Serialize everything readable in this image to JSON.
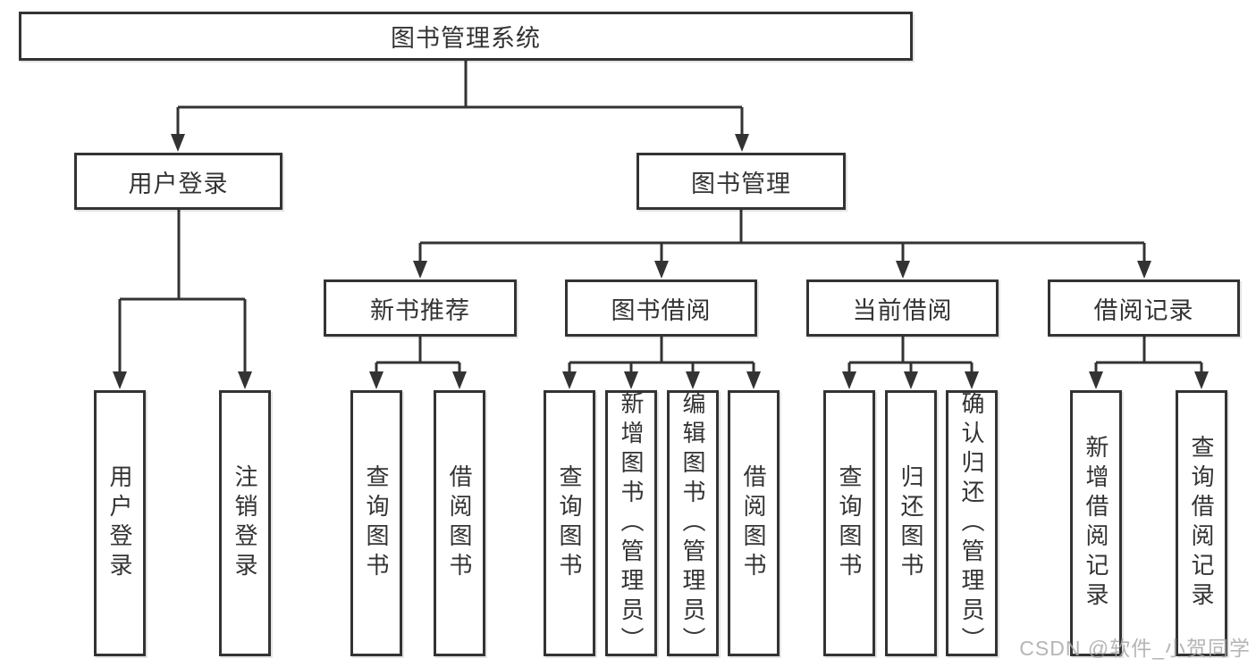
{
  "diagram": {
    "tree": {
      "label": "图书管理系统",
      "children": [
        {
          "label": "用户登录",
          "children": [
            {
              "label": "用户登录"
            },
            {
              "label": "注销登录"
            }
          ]
        },
        {
          "label": "图书管理",
          "children": [
            {
              "label": "新书推荐",
              "children": [
                {
                  "label": "查询图书"
                },
                {
                  "label": "借阅图书"
                }
              ]
            },
            {
              "label": "图书借阅",
              "children": [
                {
                  "label": "查询图书"
                },
                {
                  "label": "新增图书（管理员）"
                },
                {
                  "label": "编辑图书（管理员）"
                },
                {
                  "label": "借阅图书"
                }
              ]
            },
            {
              "label": "当前借阅",
              "children": [
                {
                  "label": "查询图书"
                },
                {
                  "label": "归还图书"
                },
                {
                  "label": "确认归还（管理员）"
                }
              ]
            },
            {
              "label": "借阅记录",
              "children": [
                {
                  "label": "新增借阅记录"
                },
                {
                  "label": "查询借阅记录"
                }
              ]
            }
          ]
        }
      ]
    },
    "colors": {
      "line": "#333333",
      "text": "#333333",
      "box_background": "#ffffff",
      "watermark": "#a8a8a8"
    }
  },
  "watermark": "CSDN @软件_小贺同学"
}
